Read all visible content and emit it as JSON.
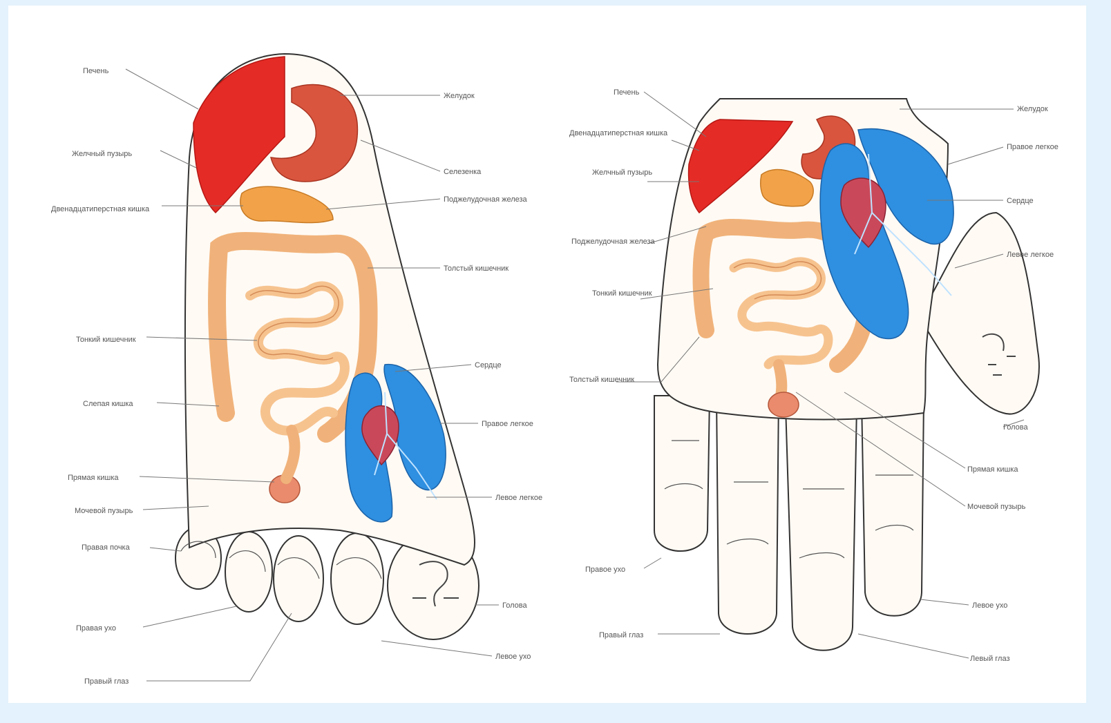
{
  "colors": {
    "background": "#e3f2fc",
    "organ_liver": "#e52b26",
    "organ_stomach": "#d9553e",
    "organ_pancreas": "#f2a349",
    "organ_intestine": "#f6c38f",
    "organ_kidney": "#2f8fe0",
    "lead_line": "#777777"
  },
  "foot": {
    "labels_left": [
      "Печень",
      "Желчный пузырь",
      "Двенадцатиперстная кишка",
      "Тонкий кишечник",
      "Слепая кишка",
      "Прямая кишка",
      "Мочевой пузырь",
      "Правая почка",
      "Правая ухо",
      "Правый глаз"
    ],
    "labels_right": [
      "Желудок",
      "Селезенка",
      "Поджелудочная железа",
      "Толстый кишечник",
      "Сердце",
      "Правое легкое",
      "Левое легкое",
      "Голова",
      "Левое ухо"
    ]
  },
  "hand": {
    "labels_left": [
      "Печень",
      "Двенадцатиперстная кишка",
      "Желчный пузырь",
      "Поджелудочная железа",
      "Тонкий кишечник",
      "Толстый кишечник",
      "Правое ухо",
      "Правый глаз"
    ],
    "labels_right": [
      "Желудок",
      "Правое легкое",
      "Сердце",
      "Левое легкое",
      "Голова",
      "Прямая кишка",
      "Мочевой пузырь",
      "Левое ухо",
      "Левый глаз"
    ]
  }
}
